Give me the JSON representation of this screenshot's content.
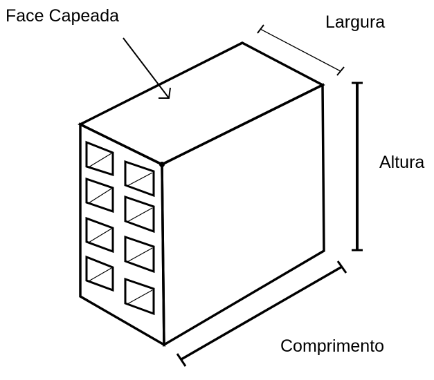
{
  "labels": {
    "top_face": "Face Capeada",
    "width": "Largura",
    "height": "Altura",
    "length": "Comprimento"
  },
  "colors": {
    "line": "#000000",
    "background": "#ffffff"
  }
}
